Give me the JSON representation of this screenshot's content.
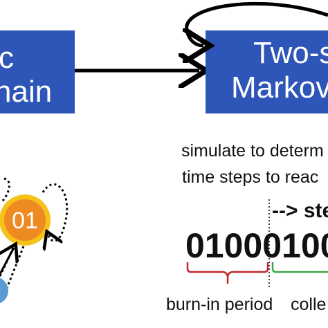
{
  "left_box": {
    "line1": "c",
    "line2": "hain",
    "fill": "#2e55b8"
  },
  "right_box": {
    "line1": "Two-s",
    "line2": "Markov",
    "fill": "#2e55b8"
  },
  "simulate_text": {
    "line1": "simulate to determ",
    "line2": "time steps to reac"
  },
  "steps_label": "--> ste",
  "bit_string": "01000100",
  "burn_in_label": "burn-in period",
  "collect_label": "colle",
  "state_node": {
    "label": "01",
    "fill": "#ee8a22",
    "ring": "#f6c21a"
  },
  "colors": {
    "burn_in_bracket": "#c0282a",
    "collect_bracket": "#3aa64a",
    "small_node": "#5b9bd5"
  }
}
